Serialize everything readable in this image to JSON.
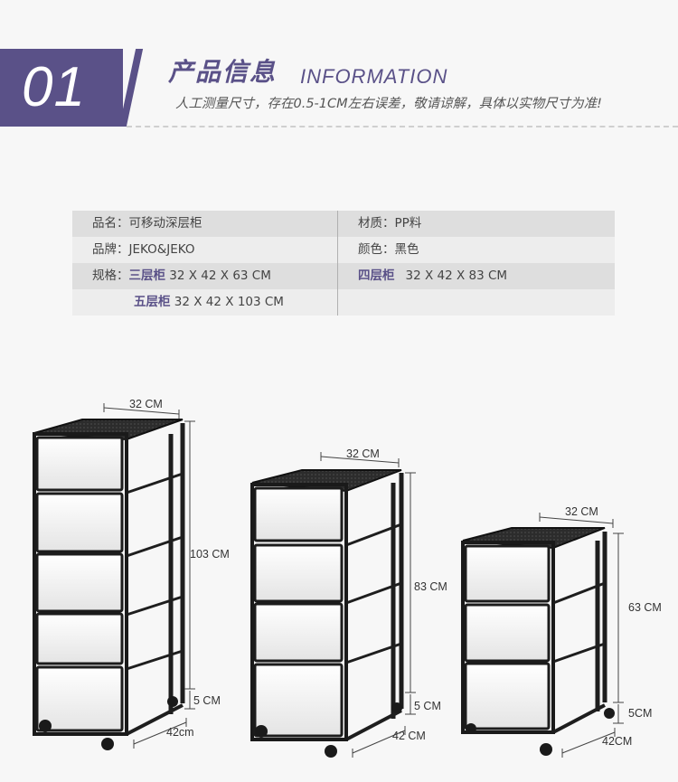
{
  "header": {
    "number": "01",
    "title_cn": "产品信息",
    "title_en": "INFORMATION",
    "subtitle": "人工测量尺寸，存在0.5-1CM左右误差，敬请谅解，具体以实物尺寸为准!"
  },
  "specs": {
    "name_label": "品名：",
    "name_value": "可移动深层柜",
    "material_label": "材质：",
    "material_value": "PP料",
    "brand_label": "品牌：",
    "brand_value": "JEKO&JEKO",
    "color_label": "颜色：",
    "color_value": "黑色",
    "size_label": "规格：",
    "three_label": "三层柜",
    "three_size": "32 X 42 X 63 CM",
    "four_label": "四层柜",
    "four_size": "32 X 42 X 83 CM",
    "five_label": "五层柜",
    "five_size": "32 X 42 X 103 CM"
  },
  "cabinets": [
    {
      "width_label": "32 CM",
      "height_label": "103 CM",
      "wheel_label": "5 CM",
      "depth_label": "42cm"
    },
    {
      "width_label": "32 CM",
      "height_label": "83 CM",
      "wheel_label": "5 CM",
      "depth_label": "42 CM"
    },
    {
      "width_label": "32 CM",
      "height_label": "63 CM",
      "wheel_label": "5CM",
      "depth_label": "42CM"
    }
  ],
  "colors": {
    "accent": "#5a5188",
    "frame": "#222222",
    "table_dark": "#dedede",
    "table_light": "#ededed"
  }
}
